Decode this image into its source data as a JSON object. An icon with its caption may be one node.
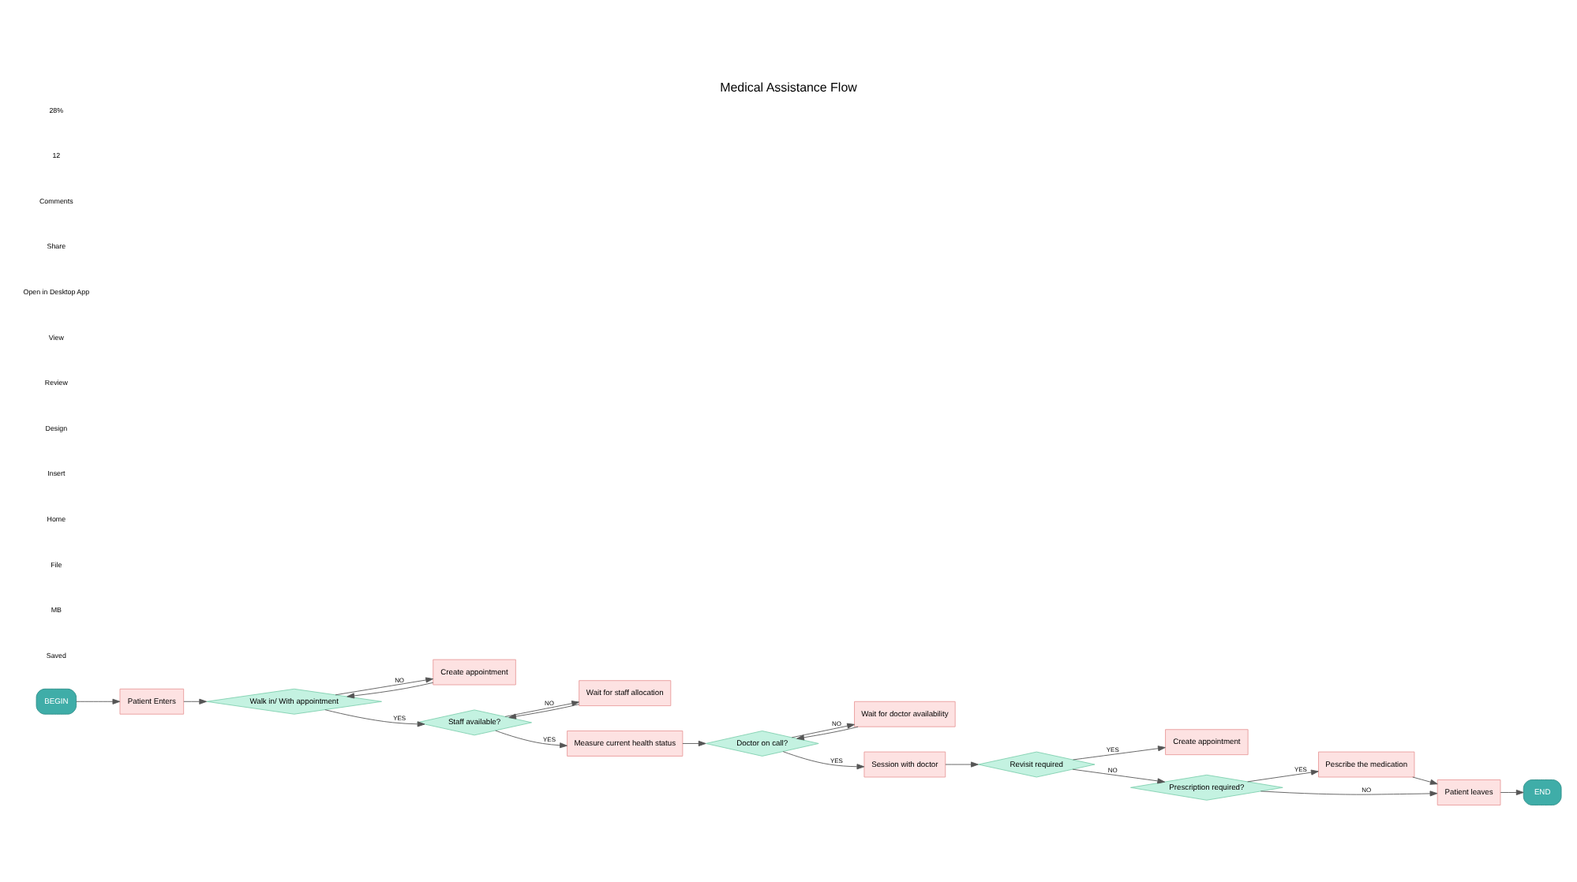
{
  "diagram": {
    "title": "Medical Assistance Flow",
    "nodes": [
      {
        "text": [
          "BEGIN"
        ]
      },
      {
        "text": [
          "Patient Enters"
        ]
      },
      {
        "text": [
          "Walk in/ With appointment"
        ]
      },
      {
        "text": [
          "Create appointment"
        ]
      },
      {
        "text": [
          "Staff available?"
        ]
      },
      {
        "text": [
          "Wait for staff allocation"
        ]
      },
      {
        "text": [
          "Measure current health status"
        ]
      },
      {
        "text": [
          "Doctor on call?"
        ]
      },
      {
        "text": [
          "Wait for doctor availability"
        ]
      },
      {
        "text": [
          "Session with doctor"
        ]
      },
      {
        "text": [
          "Revisit required"
        ]
      },
      {
        "text": [
          "Create appointment"
        ]
      },
      {
        "text": [
          "Prescription required?"
        ]
      },
      {
        "text": [
          "Pescribe the medication"
        ]
      },
      {
        "text": [
          "Patient leaves"
        ]
      },
      {
        "text": [
          "END"
        ]
      }
    ],
    "edges": [
      {
        "from": 0,
        "to": 1,
        "arrow": "to"
      },
      {
        "from": 1,
        "to": 2,
        "arrow": "to"
      },
      {
        "from": 2,
        "to": 4,
        "arrow": "to",
        "label": "YES"
      },
      {
        "from": 2,
        "to": 3,
        "arrow": "to",
        "label": "NO"
      },
      {
        "from": 3,
        "to": 2,
        "arrow": "to"
      },
      {
        "from": 4,
        "to": 6,
        "arrow": "to",
        "label": "YES"
      },
      {
        "from": 4,
        "to": 5,
        "arrow": "to",
        "label": "NO"
      },
      {
        "from": 5,
        "to": 4,
        "arrow": "to"
      },
      {
        "from": 6,
        "to": 7,
        "arrow": "to"
      },
      {
        "from": 7,
        "to": 9,
        "arrow": "to",
        "label": "YES"
      },
      {
        "from": 7,
        "to": 8,
        "arrow": "to",
        "label": "NO"
      },
      {
        "from": 8,
        "to": 7,
        "arrow": "to"
      },
      {
        "from": 9,
        "to": 10,
        "arrow": "to"
      },
      {
        "from": 10,
        "to": 11,
        "arrow": "to",
        "label": "YES"
      },
      {
        "from": 10,
        "to": 12,
        "arrow": "to",
        "label": "NO"
      },
      {
        "from": 12,
        "to": 13,
        "arrow": "to",
        "label": "YES"
      },
      {
        "from": 12,
        "to": 14,
        "arrow": "to",
        "label": "NO"
      },
      {
        "from": 13,
        "to": 14,
        "arrow": "to"
      },
      {
        "from": 14,
        "to": 15,
        "arrow": "to"
      }
    ],
    "labels": [
      "Saved",
      "MB",
      "File",
      "Home",
      "Insert",
      "Design",
      "Review",
      "View",
      "Open in Desktop App",
      "Share",
      "Comments",
      "12",
      "28%"
    ]
  }
}
